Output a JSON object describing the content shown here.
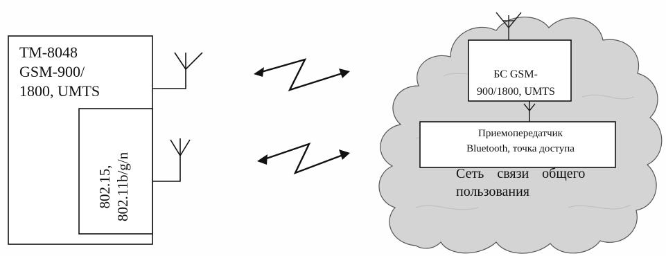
{
  "terminal": {
    "lines": [
      "ТМ-8048",
      "GSM-900/",
      "1800, UMTS"
    ]
  },
  "wlan_module": {
    "lines": [
      "802.15,",
      "802.11b/g/n"
    ]
  },
  "base_station": {
    "lines": [
      "БС GSM-",
      "900/1800, UMTS"
    ]
  },
  "transceiver": {
    "lines": [
      "Приемопередатчик",
      "Bluetooth, точка доступа"
    ]
  },
  "network": {
    "lines": [
      "Сеть связи общего",
      "пользования"
    ]
  }
}
